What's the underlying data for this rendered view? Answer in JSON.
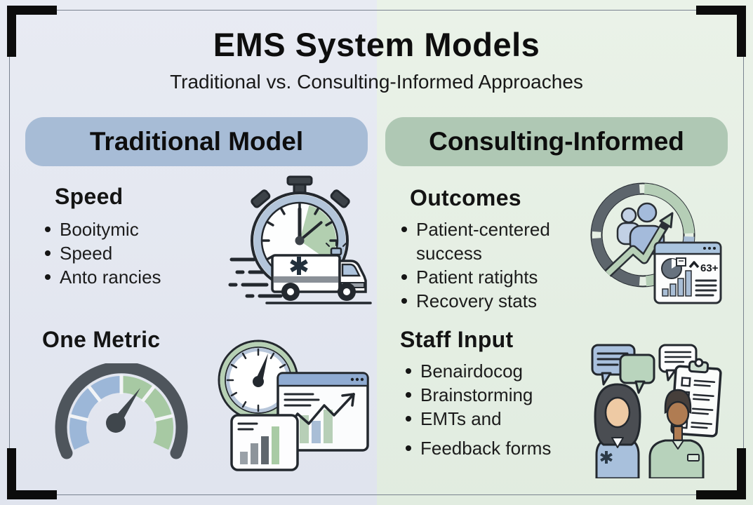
{
  "page": {
    "title": "EMS System Models",
    "subtitle": "Traditional vs. Consulting-Informed Approaches"
  },
  "columns": [
    {
      "header": "Traditional Model",
      "sections": [
        {
          "heading": "Speed",
          "bullets": [
            "Booitymic",
            "Speed",
            "Anto rancies"
          ],
          "icon": "stopwatch-ambulance-icon"
        },
        {
          "heading": "One Metric",
          "bullets": [],
          "icons": [
            "speed-gauge-icon",
            "clock-analytics-icon"
          ]
        }
      ]
    },
    {
      "header": "Consulting-Informed",
      "sections": [
        {
          "heading": "Outcomes",
          "bullets": [
            "Patient-centered success",
            "Patient ratights",
            "Recovery stats"
          ],
          "icon": "growth-circle-people-icon"
        },
        {
          "heading": "Staff Input",
          "bullets": [
            "Benairdocog",
            "Brainstorming",
            "EMTs and",
            "Feedback forms"
          ],
          "icon": "staff-feedback-clipboard-icon"
        }
      ]
    }
  ],
  "icon_text": {
    "stat_badge": "63+"
  },
  "colors": {
    "left_background": "#e3e6ef",
    "right_background": "#e6efe5",
    "left_pill": "#a7bcd6",
    "right_pill": "#afc8b4",
    "accent_blue": "#a9bed6",
    "accent_green": "#b5ceb6",
    "dark_slate": "#4e555c",
    "outline": "#23282e",
    "text": "#141414",
    "bracket": "#0c0c0c"
  }
}
